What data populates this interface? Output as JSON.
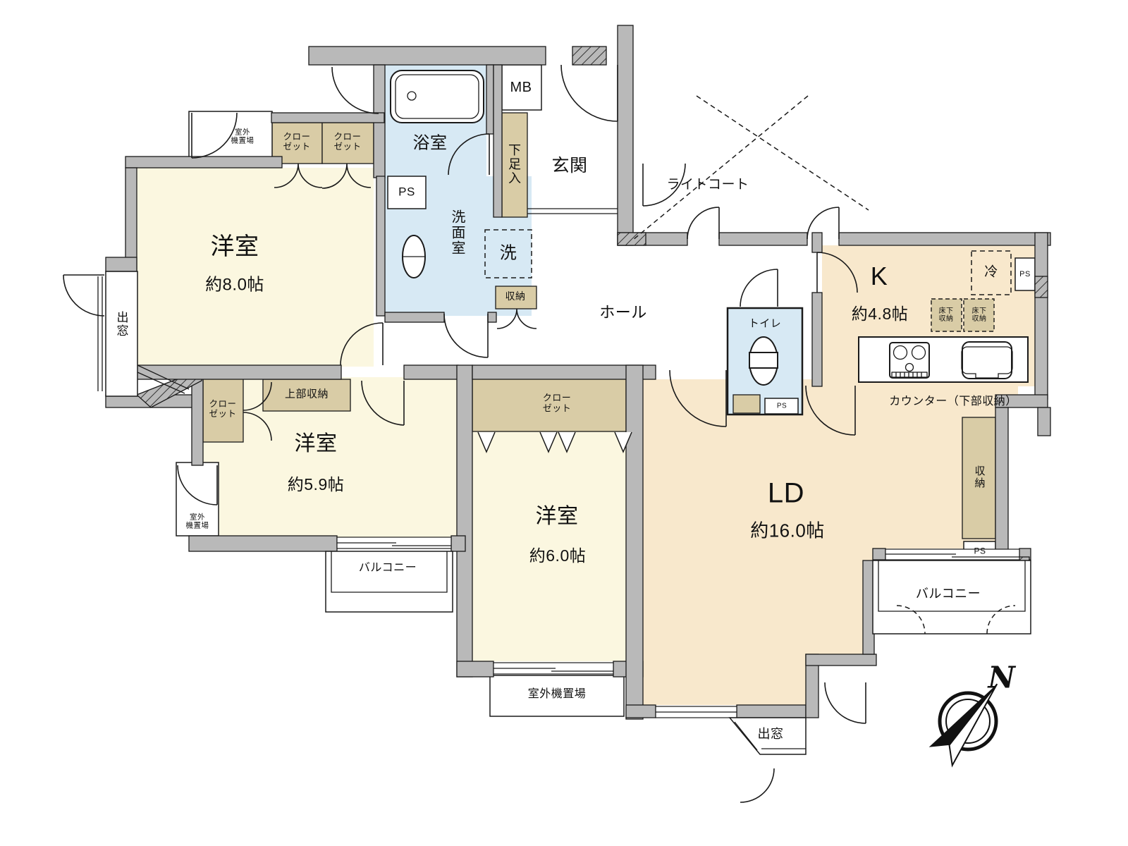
{
  "colors": {
    "wall_gray": "#b9b9b9",
    "room_cream": "#fbf7e0",
    "room_warm": "#f8e8cc",
    "water_blue": "#d7e9f4",
    "storage_tan": "#d9cca6",
    "line": "#1a1a1a"
  },
  "rooms": {
    "western_8": {
      "name": "洋室",
      "size": "約8.0帖"
    },
    "western_5_9": {
      "name": "洋室",
      "size": "約5.9帖"
    },
    "western_6": {
      "name": "洋室",
      "size": "約6.0帖"
    },
    "living_dining": {
      "name": "LD",
      "size": "約16.0帖"
    },
    "kitchen": {
      "name": "K",
      "size": "約4.8帖"
    },
    "bathroom": {
      "name": "浴室"
    },
    "washroom": {
      "name": "洗面室"
    },
    "toilet": {
      "name": "トイレ"
    },
    "entrance": {
      "name": "玄関"
    },
    "hall": {
      "name": "ホール"
    },
    "light_court": {
      "name": "ライトコート"
    }
  },
  "features": {
    "closet": "クロー\nゼット",
    "upper_storage": "上部収納",
    "storage": "収納",
    "underfloor_storage": "床下\n収納",
    "counter": "カウンター（下部収納）",
    "shoe_cabinet": "下足入",
    "washing_machine": "洗",
    "refrigerator": "冷",
    "meter_box": "MB",
    "pipe_shaft": "PS",
    "bay_window": "出窓",
    "balcony": "バルコニー",
    "outdoor_unit": "室外\n機置場",
    "outdoor_unit_wide": "室外機置場",
    "north": "N"
  }
}
